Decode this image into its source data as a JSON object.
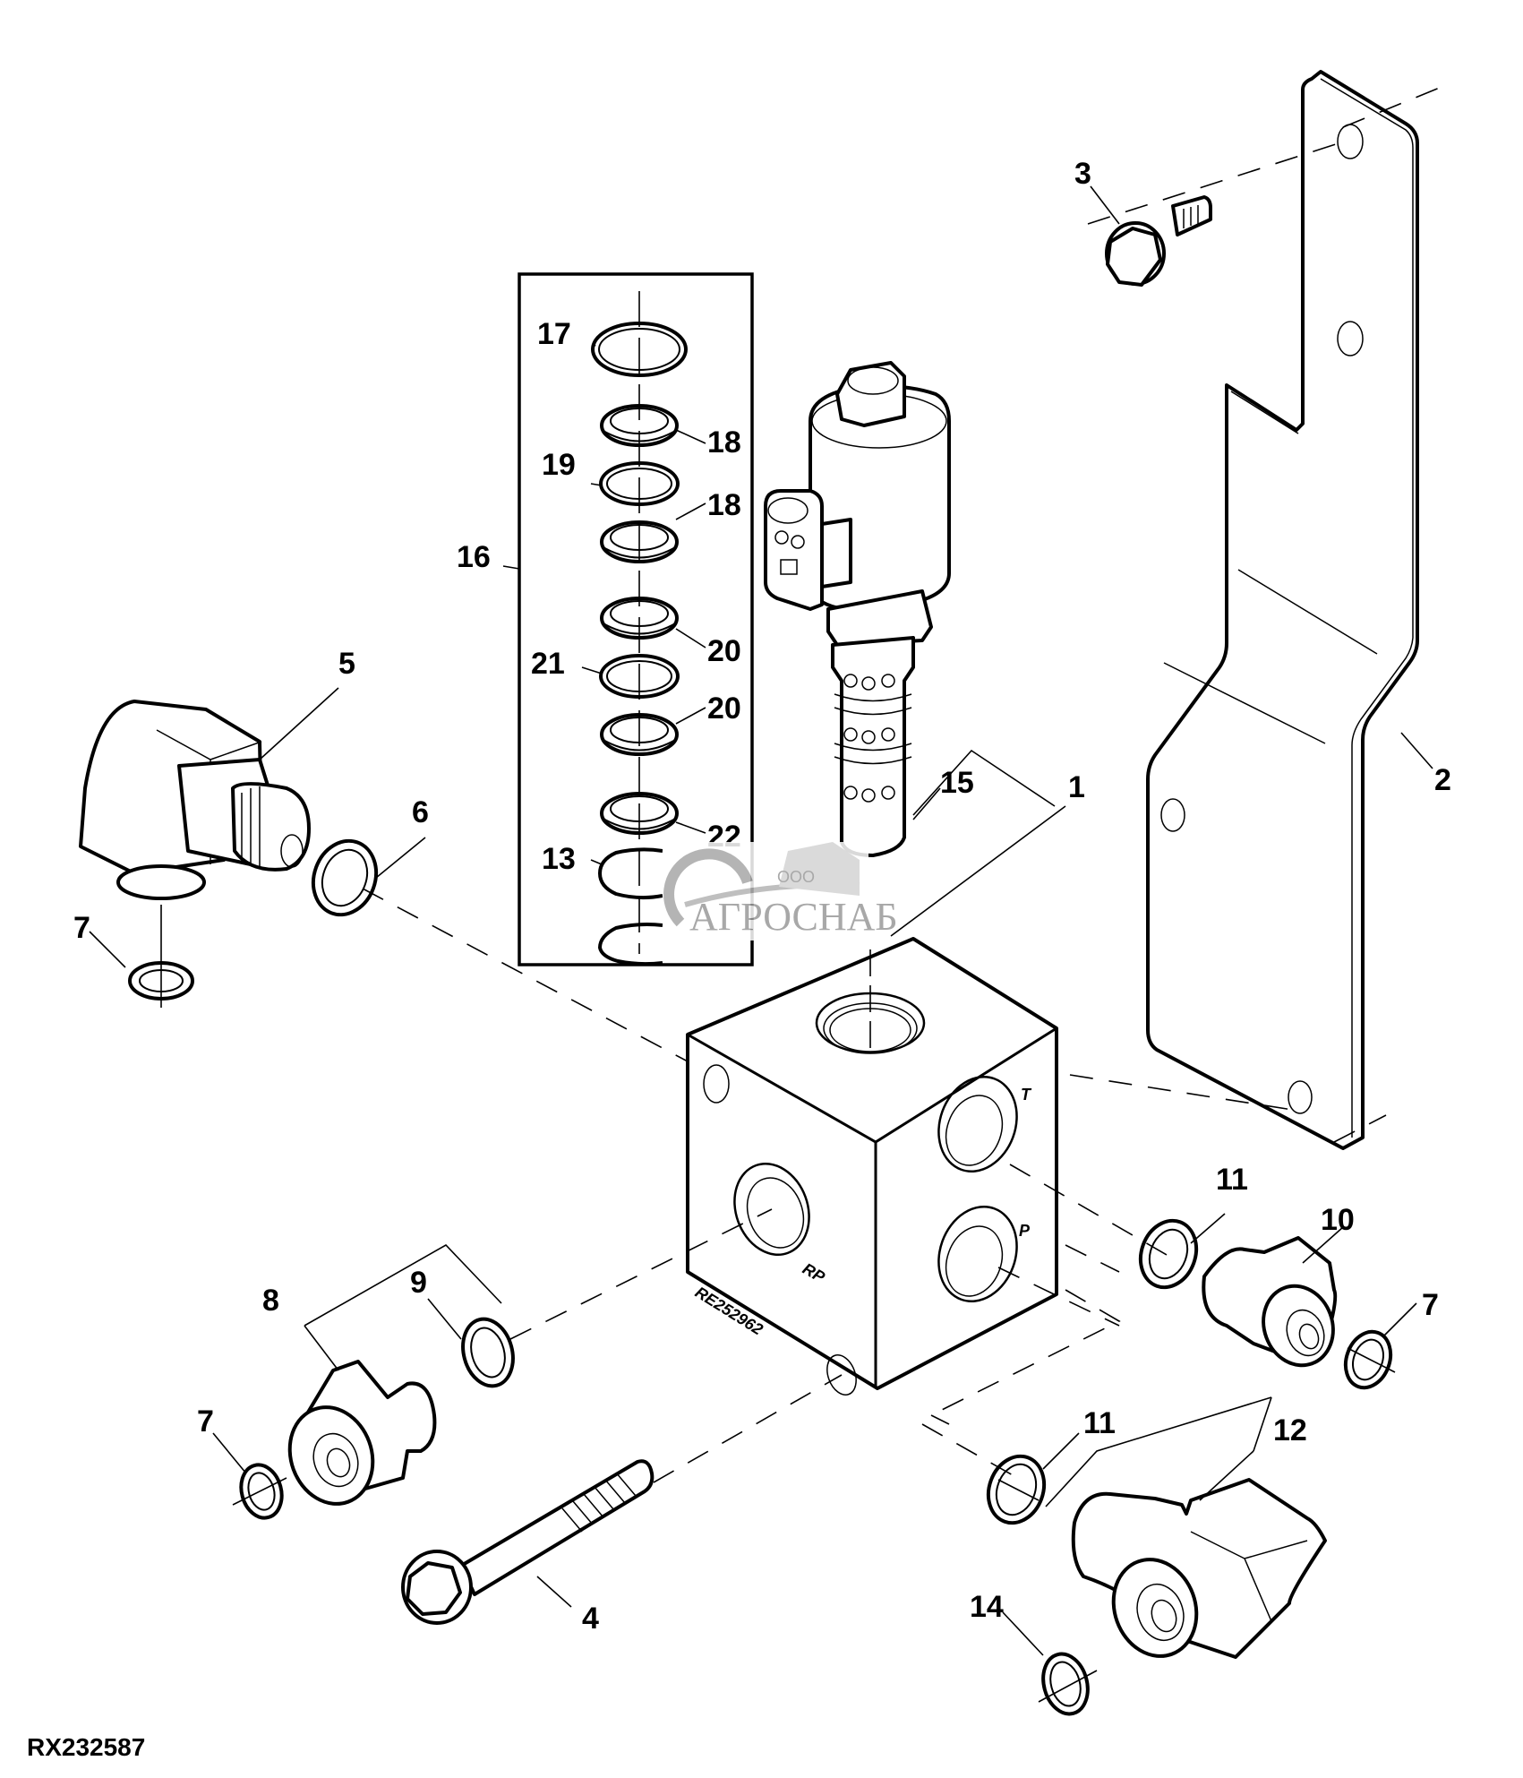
{
  "figure": {
    "id": "RX232587",
    "block_part_marking": "RE252962",
    "port_marks": {
      "tank": "T",
      "pressure": "P",
      "rp": "RP"
    }
  },
  "callouts": {
    "c1": "1",
    "c2": "2",
    "c3": "3",
    "c4": "4",
    "c5": "5",
    "c6": "6",
    "c7a": "7",
    "c7b": "7",
    "c7c": "7",
    "c8": "8",
    "c9": "9",
    "c10": "10",
    "c11a": "11",
    "c11b": "11",
    "c12": "12",
    "c13": "13",
    "c14": "14",
    "c15": "15",
    "c16": "16",
    "c17": "17",
    "c18a": "18",
    "c18b": "18",
    "c19": "19",
    "c20a": "20",
    "c20b": "20",
    "c21": "21",
    "c22": "22"
  },
  "parts": [
    {
      "ref": "1",
      "name": "valve-block"
    },
    {
      "ref": "2",
      "name": "mounting-bracket"
    },
    {
      "ref": "3",
      "name": "flange-bolt-short"
    },
    {
      "ref": "4",
      "name": "flange-bolt-long"
    },
    {
      "ref": "5",
      "name": "elbow-fitting"
    },
    {
      "ref": "6",
      "name": "o-ring"
    },
    {
      "ref": "7",
      "name": "o-ring-small"
    },
    {
      "ref": "8",
      "name": "straight-fitting"
    },
    {
      "ref": "9",
      "name": "o-ring"
    },
    {
      "ref": "10",
      "name": "straight-fitting"
    },
    {
      "ref": "11",
      "name": "o-ring"
    },
    {
      "ref": "12",
      "name": "elbow-fitting"
    },
    {
      "ref": "13",
      "name": "o-ring"
    },
    {
      "ref": "14",
      "name": "o-ring"
    },
    {
      "ref": "15",
      "name": "solenoid-cartridge-valve"
    },
    {
      "ref": "16",
      "name": "seal-kit"
    },
    {
      "ref": "17",
      "name": "o-ring"
    },
    {
      "ref": "18",
      "name": "backup-ring"
    },
    {
      "ref": "19",
      "name": "o-ring"
    },
    {
      "ref": "20",
      "name": "backup-ring"
    },
    {
      "ref": "21",
      "name": "o-ring"
    },
    {
      "ref": "22",
      "name": "backup-ring"
    }
  ],
  "watermark": {
    "prefix": "ООО",
    "text": "АГРОСНАБ"
  }
}
